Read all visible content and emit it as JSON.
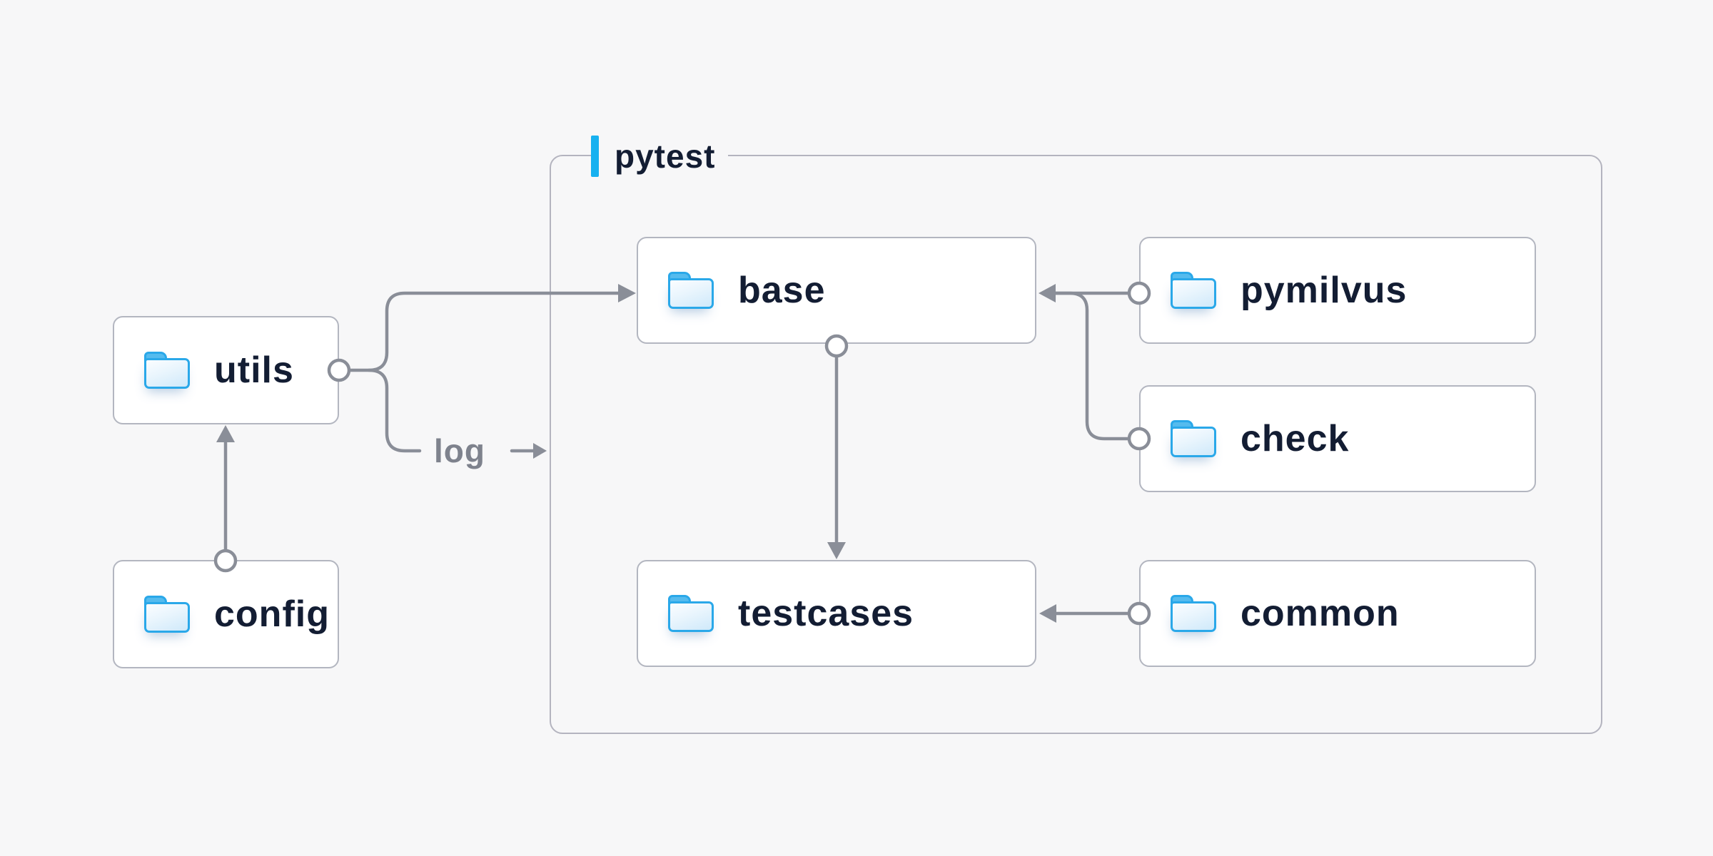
{
  "diagram": {
    "group": {
      "label": "pytest"
    },
    "nodes": {
      "utils": {
        "label": "utils"
      },
      "config": {
        "label": "config"
      },
      "base": {
        "label": "base"
      },
      "pymilvus": {
        "label": "pymilvus"
      },
      "check": {
        "label": "check"
      },
      "testcases": {
        "label": "testcases"
      },
      "common": {
        "label": "common"
      }
    },
    "edges": [
      {
        "from": "config",
        "to": "utils"
      },
      {
        "from": "utils",
        "to": "base"
      },
      {
        "from": "utils",
        "to": "log-output",
        "label": "log"
      },
      {
        "from": "pymilvus",
        "to": "base"
      },
      {
        "from": "check",
        "to": "base"
      },
      {
        "from": "base",
        "to": "testcases"
      },
      {
        "from": "common",
        "to": "testcases"
      }
    ],
    "edge_label": "log",
    "icons": {
      "node_icon": "folder-icon"
    }
  },
  "colors": {
    "background": "#f7f7f8",
    "node_fill": "#ffffff",
    "node_border": "#b3b6c0",
    "group_border": "#b4b4bf",
    "connector": "#8a8e98",
    "text": "#131d33",
    "muted_text": "#7e828d",
    "accent": "#17b1f0",
    "folder_stroke": "#2aa8e9",
    "folder_tab": "#55bbee"
  }
}
